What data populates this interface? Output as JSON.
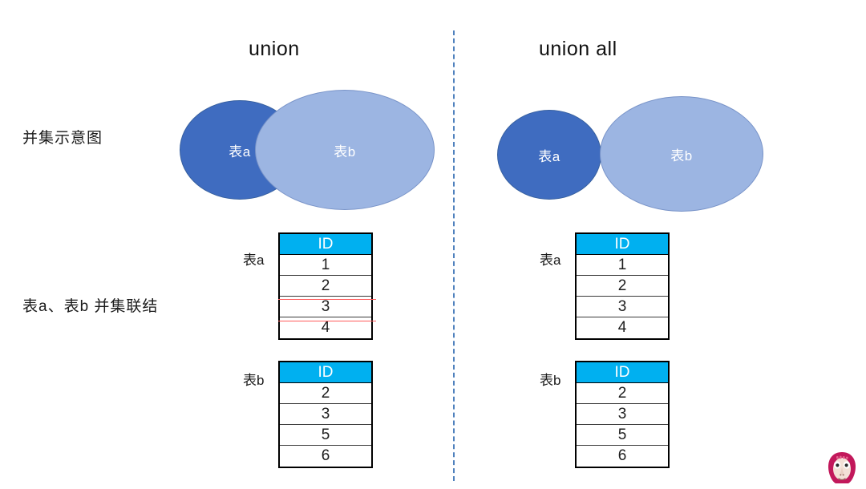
{
  "columns": {
    "left": {
      "title": "union"
    },
    "right": {
      "title": "union all"
    }
  },
  "row_labels": {
    "venn": "并集示意图",
    "tables": "表a、表b 并集联结"
  },
  "venn": {
    "left": {
      "set_a_label": "表a",
      "set_b_label": "表b",
      "relation": "overlapping"
    },
    "right": {
      "set_a_label": "表a",
      "set_b_label": "表b",
      "relation": "tangent"
    }
  },
  "tables": {
    "left": {
      "table_a": {
        "side_label": "表a",
        "header": "ID",
        "rows": [
          "1",
          "2",
          "3",
          "4"
        ],
        "struck_rows": [
          "2",
          "3"
        ]
      },
      "table_b": {
        "side_label": "表b",
        "header": "ID",
        "rows": [
          "2",
          "3",
          "5",
          "6"
        ],
        "struck_rows": []
      }
    },
    "right": {
      "table_a": {
        "side_label": "表a",
        "header": "ID",
        "rows": [
          "1",
          "2",
          "3",
          "4"
        ],
        "struck_rows": []
      },
      "table_b": {
        "side_label": "表b",
        "header": "ID",
        "rows": [
          "2",
          "3",
          "5",
          "6"
        ],
        "struck_rows": []
      }
    }
  },
  "colors": {
    "set_a_fill": "#3f6cc0",
    "set_b_fill": "#9cb5e2",
    "table_header": "#00b0f0",
    "strike": "#ff5b5b",
    "divider": "#4f81bd",
    "watermark": "#c2185b"
  },
  "watermark": {
    "icon": "monkey-face-icon"
  }
}
